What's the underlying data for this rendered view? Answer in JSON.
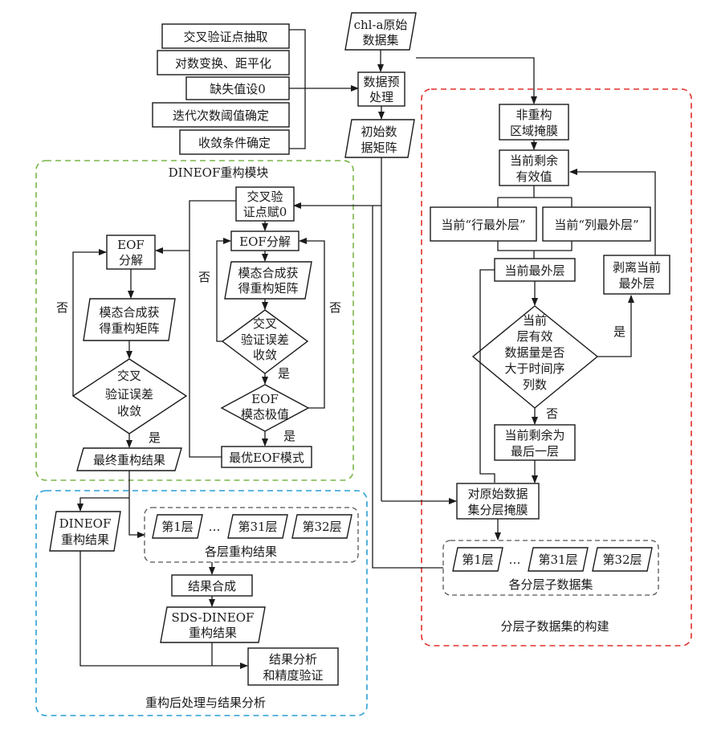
{
  "preprocessing": {
    "steps": [
      "交叉验证点抽取",
      "对数变换、距平化",
      "缺失值设0",
      "迭代次数阈值确定",
      "收敛条件确定"
    ],
    "raw_dataset": [
      "chl-a原始",
      "数据集"
    ],
    "preprocess": [
      "数据预",
      "处理"
    ],
    "initial_matrix": [
      "初始数",
      "据矩阵"
    ]
  },
  "dineof_module": {
    "title": "DINEOF重构模块",
    "cv_zero": [
      "交叉验",
      "证点赋0"
    ],
    "left_eof": [
      "EOF",
      "分解"
    ],
    "left_modal": [
      "模态合成获",
      "得重构矩阵"
    ],
    "left_cv_error": [
      "交叉",
      "验证误差",
      "收敛"
    ],
    "final_result": "最终重构结果",
    "right_eof": "EOF分解",
    "right_modal": [
      "模态合成获",
      "得重构矩阵"
    ],
    "right_cv_error": [
      "交叉",
      "验证误差",
      "收敛"
    ],
    "eof_extreme": [
      "EOF",
      "模态极值"
    ],
    "optimal_eof": "最优EOF模式",
    "no": "否",
    "yes": "是"
  },
  "post_module": {
    "title": "重构后处理与结果分析",
    "dineof_result": [
      "DINEOF",
      "重构结果"
    ],
    "layers": [
      "第1层",
      "…",
      "第31层",
      "第32层"
    ],
    "layer_results_label": "各层重构结果",
    "merge": "结果合成",
    "sds_result": [
      "SDS-DINEOF",
      "重构结果"
    ],
    "analysis": [
      "结果分析",
      "和精度验证"
    ]
  },
  "layer_module": {
    "title": "分层子数据集的构建",
    "mask_nonrecon": [
      "非重构",
      "区域掩膜"
    ],
    "remaining_valid": [
      "当前剩余",
      "有效值"
    ],
    "row_outer": "当前“行最外层”",
    "col_outer": "当前“列最外层”",
    "current_outer": "当前最外层",
    "strip_outer": [
      "剥离当前",
      "最外层"
    ],
    "decision": [
      "当前",
      "层有效",
      "数据量是否",
      "大于时间序",
      "列数"
    ],
    "last_layer": [
      "当前剩余为",
      "最后一层"
    ],
    "layer_mask": [
      "对原始数据",
      "集分层掩膜"
    ],
    "layers": [
      "第1层",
      "…",
      "第31层",
      "第32层"
    ],
    "sub_datasets_label": "各分层子数据集",
    "yes": "是",
    "no": "否"
  },
  "colors": {
    "dineof_border": "#7ab648",
    "post_border": "#2a9fd6",
    "layer_border": "#e0302a",
    "layers_group_border": "#555555"
  }
}
